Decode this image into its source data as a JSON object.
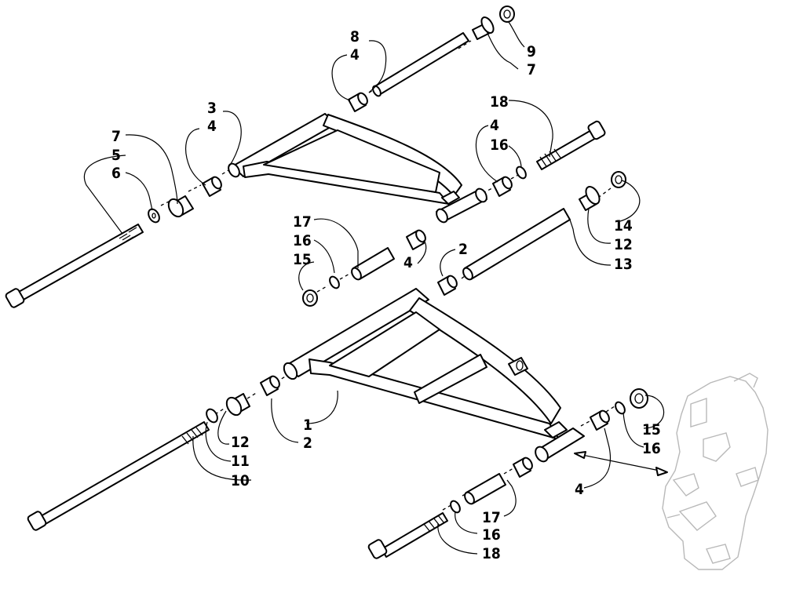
{
  "diagram": {
    "kind": "exploded-parts-view",
    "subject": "A-arm suspension assembly",
    "part_numbers": [
      "1",
      "2",
      "3",
      "4",
      "5",
      "6",
      "7",
      "8",
      "9",
      "10",
      "11",
      "12",
      "13",
      "14",
      "15",
      "16",
      "17",
      "18"
    ]
  },
  "callouts": {
    "c1": "1",
    "c2a": "2",
    "c2b": "2",
    "c3": "3",
    "c4a": "4",
    "c4b": "4",
    "c4c": "4",
    "c4d": "4",
    "c4e": "4",
    "c5": "5",
    "c6": "6",
    "c7a": "7",
    "c7b": "7",
    "c8": "8",
    "c9": "9",
    "c10": "10",
    "c11": "11",
    "c12a": "12",
    "c12b": "12",
    "c13": "13",
    "c14": "14",
    "c15a": "15",
    "c15b": "15",
    "c16a": "16",
    "c16b": "16",
    "c16c": "16",
    "c16d": "16",
    "c17a": "17",
    "c17b": "17",
    "c18a": "18",
    "c18b": "18"
  }
}
